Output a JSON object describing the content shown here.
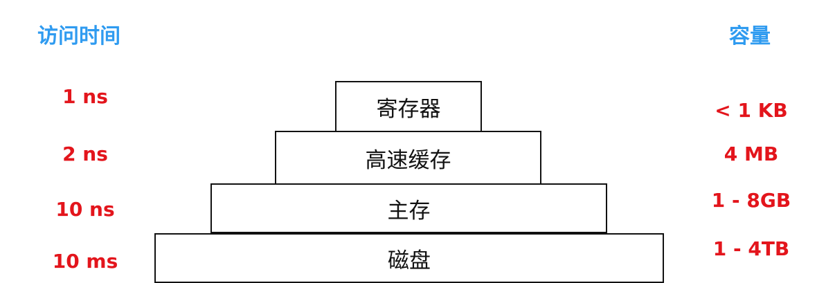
{
  "headers": {
    "access_time": "访问时间",
    "capacity": "容量"
  },
  "levels": [
    {
      "name": "寄存器",
      "access_time": "1 ns",
      "capacity": "< 1 KB"
    },
    {
      "name": "高速缓存",
      "access_time": "2 ns",
      "capacity": "4 MB"
    },
    {
      "name": "主存",
      "access_time": "10 ns",
      "capacity": "1 - 8GB"
    },
    {
      "name": "磁盘",
      "access_time": "10 ms",
      "capacity": "1 - 4TB"
    }
  ],
  "colors": {
    "header": "#2f9bf0",
    "values": "#e3151c",
    "tier_border": "#111111"
  }
}
